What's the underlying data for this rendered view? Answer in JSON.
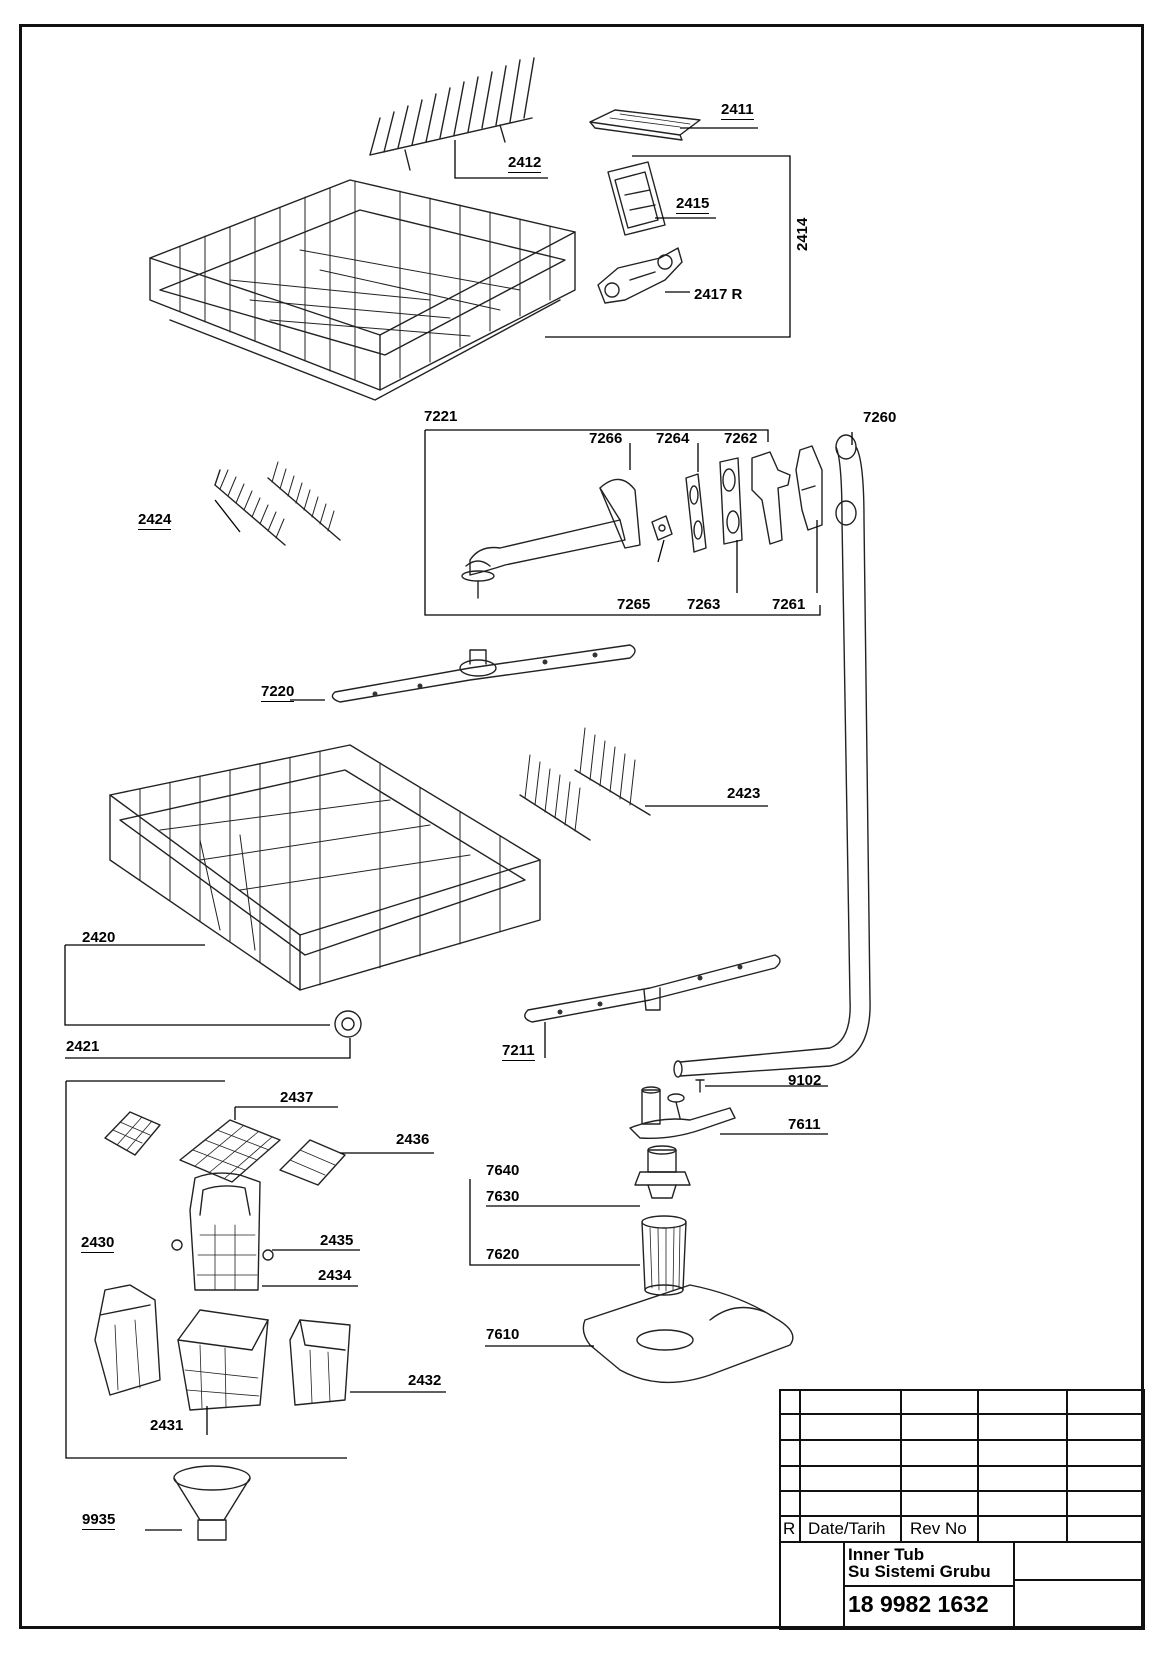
{
  "labels": {
    "p2411": "2411",
    "p2412": "2412",
    "p2414": "2414",
    "p2415": "2415",
    "p2417": "2417 R",
    "p7221": "7221",
    "p7260": "7260",
    "p7266": "7266",
    "p7264": "7264",
    "p7262": "7262",
    "p7265": "7265",
    "p7263": "7263",
    "p7261": "7261",
    "p2424": "2424",
    "p7220": "7220",
    "p2423": "2423",
    "p2420": "2420",
    "p2421": "2421",
    "p7211": "7211",
    "p9102": "9102",
    "p7611": "7611",
    "p2437": "2437",
    "p2436": "2436",
    "p7640": "7640",
    "p7630": "7630",
    "p2430": "2430",
    "p2435": "2435",
    "p2434": "2434",
    "p7620": "7620",
    "p7610": "7610",
    "p2432": "2432",
    "p2431": "2431",
    "p9935": "9935"
  },
  "title_block": {
    "rev_marker": "R",
    "date_header": "Date/Tarih",
    "rev_header": "Rev No",
    "title_line1": "Inner Tub",
    "title_line2": "Su Sistemi Grubu",
    "drawing_number": "18 9982 1632"
  },
  "colors": {
    "line": "#111111",
    "part": "#333333",
    "background": "#ffffff"
  }
}
